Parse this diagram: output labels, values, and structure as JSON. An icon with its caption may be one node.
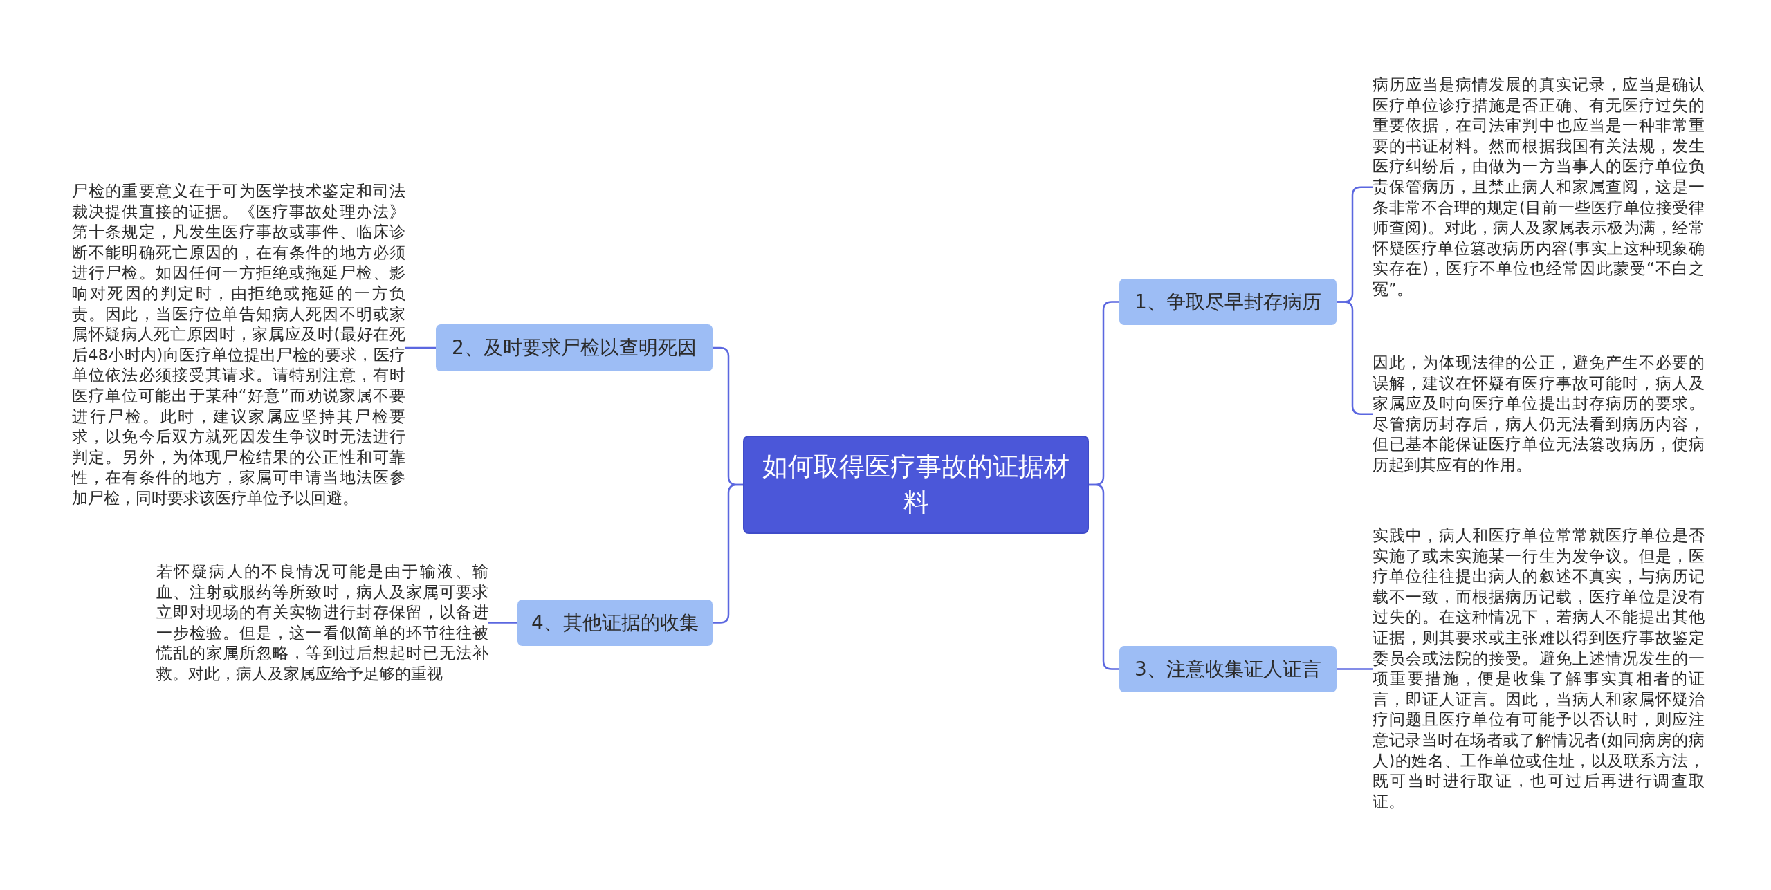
{
  "diagram": {
    "nodes": [
      {
        "text": [
          "如何取得医疗事故的证据材料"
        ]
      },
      {
        "text": [
          "1、争取尽早封存病历"
        ]
      },
      {
        "text": [
          "病历应当是病情发展的真实记录，应当是确认医疗单位诊疗措施是否正确、有无医疗过失的重要依据，在司法审判中也应当是一种非常重要的书证材料。然而根据我国有关法规，发生医疗纠纷后，由做为一方当事人的医疗单位负责保管病历，且禁止病人和家属查阅，这是一条非常不合理的规定(目前一些医疗单位接受律师查阅)。对此，病人及家属表示极为满，经常怀疑医疗单位篡改病历内容(事实上这种现象确实存在)，医疗不单位也经常因此蒙受“不白之冤”。"
        ]
      },
      {
        "text": [
          "因此，为体现法律的公正，避免产生不必要的误解，建议在怀疑有医疗事故可能时，病人及家属应及时向医疗单位提出封存病历的要求。尽管病历封存后，病人仍无法看到病历内容，但已基本能保证医疗单位无法篡改病历，使病历起到其应有的作用。"
        ]
      },
      {
        "text": [
          "2、及时要求尸检以查明死因"
        ]
      },
      {
        "text": [
          "尸检的重要意义在于可为医学技术鉴定和司法裁决提供直接的证据。《医疗事故处理办法》第十条规定，凡发生医疗事故或事件、临床诊断不能明确死亡原因的，在有条件的地方必须进行尸检。如因任何一方拒绝或拖延尸检、影响对死因的判定时，由拒绝或拖延的一方负责。因此，当医疗位单告知病人死因不明或家属怀疑病人死亡原因时，家属应及时(最好在死后48小时内)向医疗单位提出尸检的要求，医疗单位依法必须接受其请求。请特别注意，有时医疗单位可能出于某种“好意”而劝说家属不要进行尸检。此时，建议家属应坚持其尸检要求，以免今后双方就死因发生争议时无法进行判定。另外，为体现尸检结果的公正性和可靠性，在有条件的地方，家属可申请当地法医参加尸检，同时要求该医疗单位予以回避。"
        ]
      },
      {
        "text": [
          "3、注意收集证人证言"
        ]
      },
      {
        "text": [
          "实践中，病人和医疗单位常常就医疗单位是否实施了或未实施某一行生为发争议。但是，医疗单位往往提出病人的叙述不真实，与病历记载不一致，而根据病历记载，医疗单位是没有过失的。在这种情况下，若病人不能提出其他证据，则其要求或主张难以得到医疗事故鉴定委员会或法院的接受。避免上述情况发生的一项重要措施，便是收集了解事实真相者的证言，即证人证言。因此，当病人和家属怀疑治疗问题且医疗单位有可能予以否认时，则应注意记录当时在场者或了解情况者(如同病房的病人)的姓名、工作单位或住址，以及联系方法，既可当时进行取证，也可过后再进行调查取证。"
        ]
      },
      {
        "text": [
          "4、其他证据的收集"
        ]
      },
      {
        "text": [
          "若怀疑病人的不良情况可能是由于输液、输血、注射或服药等所致时，病人及家属可要求立即对现场的有关实物进行封存保留，以备进一步检验。但是，这一看似简单的环节往往被慌乱的家属所忽略，等到过后想起时已无法补救。对此，病人及家属应给予足够的重视"
        ]
      }
    ],
    "edges": [
      {
        "from": 0,
        "to": 1,
        "arrow": "none"
      },
      {
        "from": 1,
        "to": 2,
        "arrow": "none"
      },
      {
        "from": 1,
        "to": 3,
        "arrow": "none"
      },
      {
        "from": 0,
        "to": 4,
        "arrow": "none"
      },
      {
        "from": 4,
        "to": 5,
        "arrow": "none"
      },
      {
        "from": 0,
        "to": 6,
        "arrow": "none"
      },
      {
        "from": 6,
        "to": 7,
        "arrow": "none"
      },
      {
        "from": 0,
        "to": 8,
        "arrow": "none"
      },
      {
        "from": 8,
        "to": 9,
        "arrow": "none"
      }
    ]
  }
}
